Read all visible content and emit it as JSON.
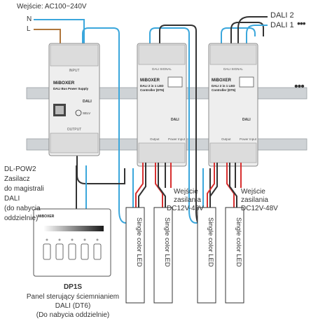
{
  "input_label": "Wejście: AC100~240V",
  "wire_n": "N",
  "wire_l": "L",
  "dali_2": "DALI 2",
  "dali_1": "DALI 1",
  "ellipsis": "•••",
  "power_supply": {
    "brand": "MiBOXER",
    "title": "DALI Bus Power Supply",
    "input_strip": "INPUT",
    "output_strip": "OUTPUT",
    "dali_badge": "DALI",
    "sel_label": "SELV",
    "name": "DL-POW2",
    "desc_lines": [
      "Zasilacz",
      "do magistrali",
      "DALI",
      "(do nabycia",
      "oddzielnie)"
    ]
  },
  "controller": {
    "brand": "MiBOXER",
    "title_line1": "DALI 2 in 1 LED",
    "title_line2": "Controller (DT6)",
    "signal_strip": "DALI SIGNAL",
    "output_strip": "Output",
    "power_strip": "Power Input",
    "dali_badge": "DALI"
  },
  "power_input_label": [
    "Wejście",
    "zasilania",
    "DC12V-48V"
  ],
  "led_strip_label": "Single color LED",
  "panel": {
    "brand": "MiBOXER",
    "model": "DP1S",
    "desc_lines": [
      "Panel sterujący ściemnianiem",
      "DALI (DT6)",
      "(Do nabycia oddzielnie)"
    ]
  },
  "colors": {
    "wire_blue": "#3ba7dc",
    "wire_brown": "#b0763c",
    "wire_dark": "#333333",
    "wire_red": "#d83030",
    "device_body": "#eeeeee",
    "device_stroke": "#8a8a8a",
    "rail": "#cfd3d6"
  }
}
